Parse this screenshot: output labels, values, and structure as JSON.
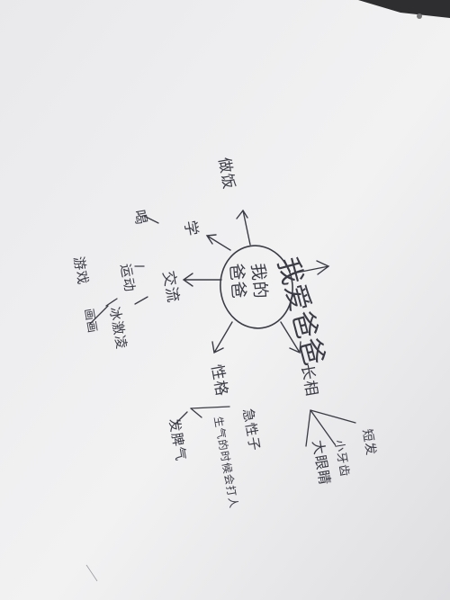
{
  "diagram": {
    "title": "我爱爸爸",
    "center": {
      "line1": "我的",
      "line2": "爸爸"
    },
    "branches": {
      "appearance": {
        "label": "长相",
        "items": [
          "短发",
          "小牙齿",
          "大眼睛"
        ]
      },
      "personality": {
        "label": "性格",
        "items": [
          "急性子",
          "生气的时候会打人",
          "发脾气"
        ]
      },
      "communication": {
        "label": "交流",
        "items": [
          "运动",
          "冰激凌",
          "游戏",
          "画画"
        ]
      },
      "school": {
        "label": "学",
        "items": [
          "喝"
        ]
      },
      "cooking": {
        "label": "做饭"
      }
    }
  }
}
